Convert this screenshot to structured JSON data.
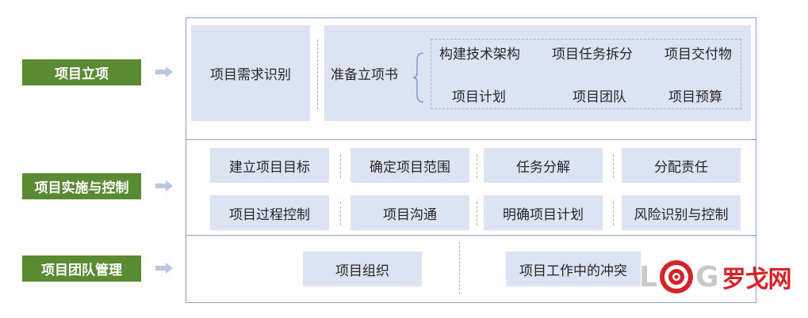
{
  "stages": [
    {
      "label": "项目立项"
    },
    {
      "label": "项目实施与控制"
    },
    {
      "label": "项目团队管理"
    }
  ],
  "initiation": {
    "needs_box": "项目需求识别",
    "charter_box": "准备立项书",
    "charter_items": [
      "构建技术架构",
      "项目任务拆分",
      "项目交付物",
      "项目计划",
      "项目团队",
      "项目预算"
    ]
  },
  "execution": {
    "row1": [
      "建立项目目标",
      "确定项目范围",
      "任务分解",
      "分配责任"
    ],
    "row2": [
      "项目过程控制",
      "项目沟通",
      "明确项目计划",
      "风险识别与控制"
    ]
  },
  "team": {
    "items": [
      "项目组织",
      "项目工作中的冲突"
    ]
  },
  "watermark": {
    "letters": "L",
    "letters2": "G",
    "cn": "罗戈网"
  },
  "colors": {
    "stage_green": "#5a8a33",
    "box_fill": "#dce3f2",
    "frame_border": "#8aa2c8",
    "logo_red": "#d42329"
  }
}
